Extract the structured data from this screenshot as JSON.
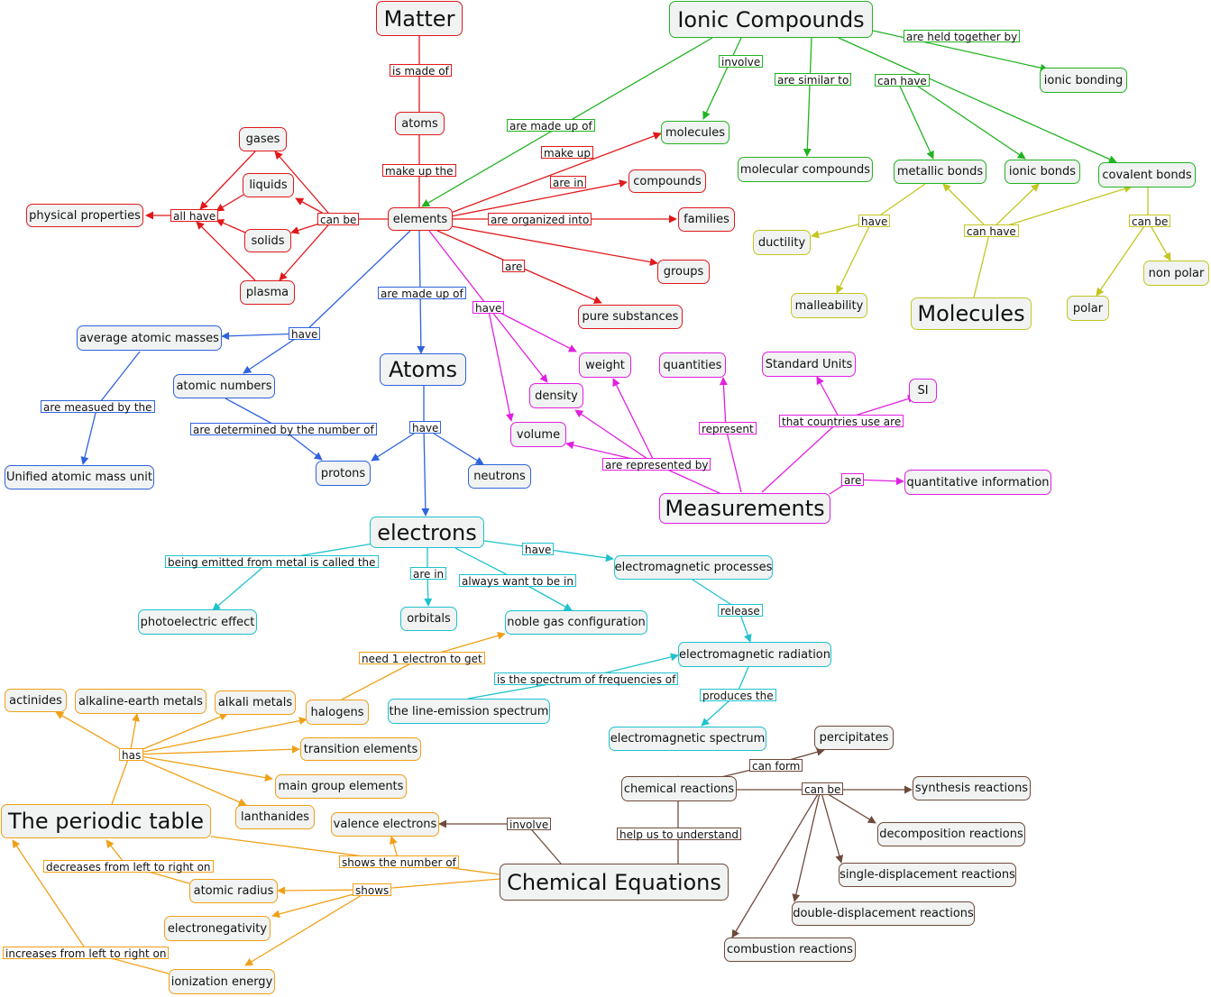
{
  "colors": {
    "red": "#e0181b",
    "green": "#22b322",
    "blue": "#2f63dc",
    "magenta": "#e020e0",
    "olive": "#c2c61f",
    "teal": "#1ec2cc",
    "orange": "#f0a018",
    "brown": "#6e4a3a",
    "node_fill": "#f1f3f3"
  },
  "nodes": {
    "matter": "Matter",
    "atoms_small": "atoms",
    "elements": "elements",
    "gases": "gases",
    "liquids": "liquids",
    "solids": "solids",
    "plasma": "plasma",
    "physical_properties": "physical properties",
    "molecules_small": "molecules",
    "compounds": "compounds",
    "families": "families",
    "groups": "groups",
    "pure_substances": "pure substances",
    "ionic_compounds": "Ionic Compounds",
    "ionic_bonding": "ionic bonding",
    "molecular_compounds": "molecular compounds",
    "metallic_bonds": "metallic bonds",
    "ionic_bonds": "ionic bonds",
    "covalent_bonds": "covalent bonds",
    "ductility": "ductility",
    "malleability": "malleability",
    "molecules_big": "Molecules",
    "polar": "polar",
    "non_polar": "non polar",
    "atoms_big": "Atoms",
    "average_atomic_masses": "average atomic masses",
    "atomic_numbers": "atomic numbers",
    "unified_atomic_mass_unit": "Unified atomic mass unit",
    "protons": "protons",
    "neutrons": "neutrons",
    "weight": "weight",
    "density": "density",
    "volume": "volume",
    "quantities": "quantities",
    "standard_units": "Standard Units",
    "si": "SI",
    "measurements": "Measurements",
    "quantitative_information": "quantitative information",
    "electrons": "electrons",
    "photoelectric_effect": "photoelectric effect",
    "orbitals": "orbitals",
    "noble_gas_configuration": "noble gas configuration",
    "electromagnetic_processes": "electromagnetic processes",
    "electromagnetic_radiation": "electromagnetic radiation",
    "line_emission_spectrum": "the line-emission spectrum",
    "electromagnetic_spectrum": "electromagnetic spectrum",
    "actinides": "actinides",
    "alkaline_earth_metals": "alkaline-earth metals",
    "alkali_metals": "alkali metals",
    "halogens": "halogens",
    "transition_elements": "transition elements",
    "main_group_elements": "main group elements",
    "lanthanides": "lanthanides",
    "periodic_table": "The periodic table",
    "valence_electrons": "valence electrons",
    "atomic_radius": "atomic radius",
    "electronegativity": "electronegativity",
    "ionization_energy": "ionization energy",
    "chemical_equations": "Chemical Equations",
    "chemical_reactions": "chemical reactions",
    "percipitates": "percipitates",
    "synthesis_reactions": "synthesis reactions",
    "decomposition_reactions": "decomposition reactions",
    "single_displacement_reactions": "single-displacement reactions",
    "double_displacement_reactions": "double-displacement reactions",
    "combustion_reactions": "combustion reactions"
  },
  "labels": {
    "is_made_of": "is made of",
    "make_up_the": "make up the ",
    "are_made_up_of_green": "are made up of",
    "make_up": "make up",
    "are_in": "are in",
    "are_organized_into": "are organized into",
    "are": "are",
    "can_be_red": "can be",
    "all_have": "all have",
    "involve_green": "involve",
    "are_similar_to": "are similar to",
    "can_have_green": "can have",
    "are_held_together_by": "are held together by",
    "have_olive": "have",
    "can_have_olive": "can have",
    "can_be_olive": "can be",
    "are_made_up_of_blue": "are made up of",
    "have_blue": "have",
    "are_measued_by_the": "are measued by the",
    "are_determined_by": "are determined by the number of",
    "have_atoms": "have",
    "have_magenta": "have",
    "represent": "represent",
    "that_countries_use_are": "that countries use are",
    "are_represented_by": "are represented by",
    "are_magenta": "are",
    "being_emitted": "being emitted from metal is called the",
    "are_in_teal": "are in",
    "always_want": "always want to be in",
    "have_teal": "have",
    "release": "release",
    "need_1_electron": "need 1 electron to get",
    "is_the_spectrum": "is the spectrum of frequencies of",
    "produces_the": "produces the",
    "has": "has",
    "shows_the_number_of": "shows the number of ",
    "shows": "shows",
    "decreases": "decreases from left to right on",
    "increases": "increases from left to right on",
    "involve_brown": "involve",
    "help_us_to_understand": "help us to understand",
    "can_form": "can form",
    "can_be_brown": "can be"
  }
}
